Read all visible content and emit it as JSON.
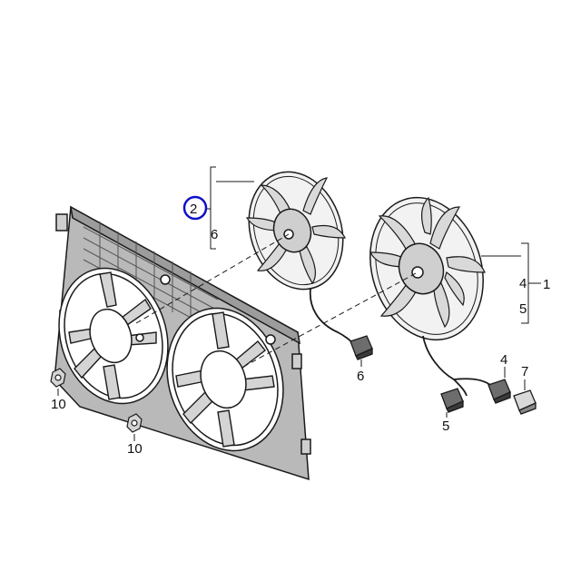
{
  "diagram": {
    "type": "exploded-parts-view",
    "subject": "radiator cooling fan assembly",
    "colors": {
      "line": "#1a1a1a",
      "shroud_fill": "#b9b9b9",
      "fan_fill": "#d9d9d9",
      "highlight_circle": "#1010c8"
    },
    "callouts": {
      "item_1": "1",
      "item_2": "2",
      "item_4_bracket": "4",
      "item_5_bracket": "5",
      "item_6_bracket": "6",
      "item_6_connector": "6",
      "item_5_connector": "5",
      "item_4_connector": "4",
      "item_7_connector": "7",
      "item_10_upper": "10",
      "item_10_lower": "10"
    },
    "highlighted_item": "2"
  }
}
